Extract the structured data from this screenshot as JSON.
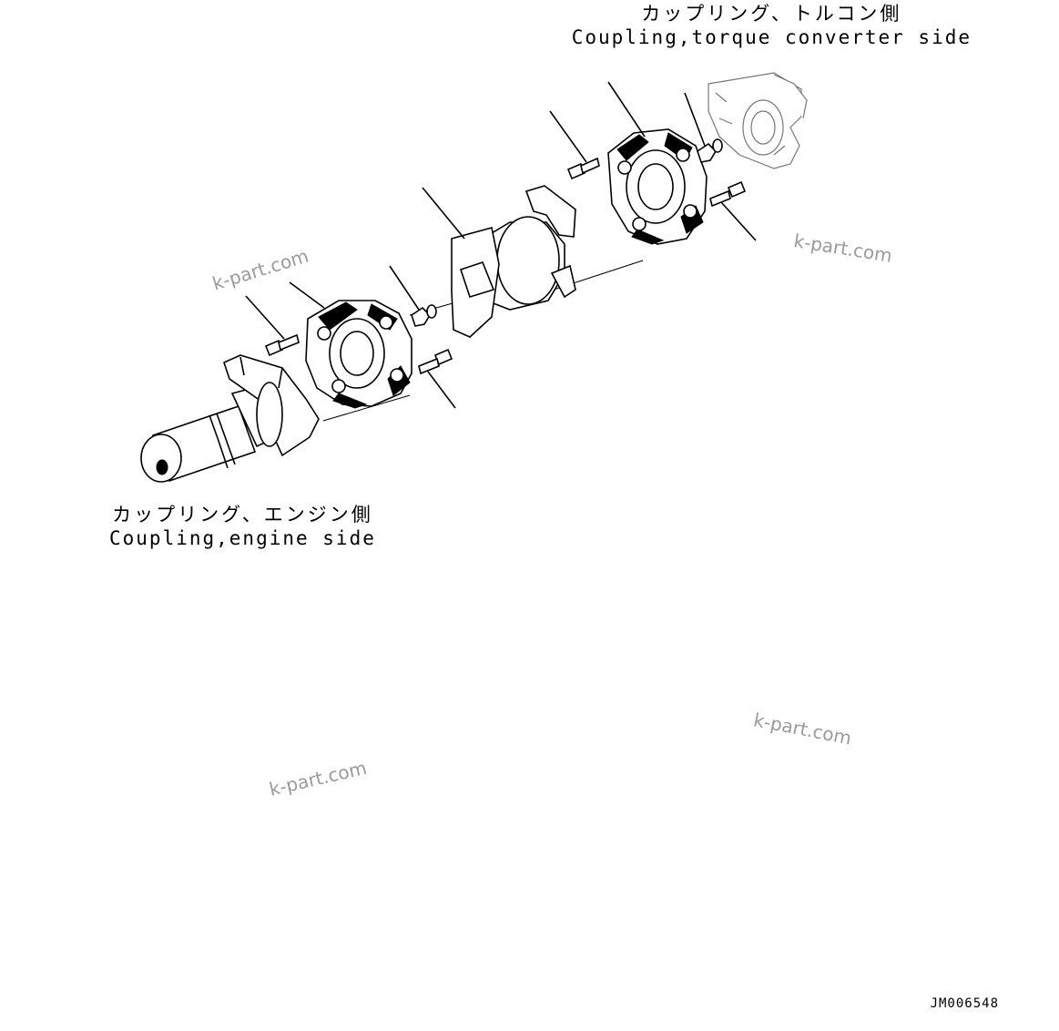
{
  "labels": {
    "torque_converter_coupling": {
      "japanese": "カップリング、トルコン側",
      "english": "Coupling,torque converter side"
    },
    "engine_coupling": {
      "japanese": "カップリング、エンジン側",
      "english": "Coupling,engine side"
    }
  },
  "watermark": "k-part.com",
  "drawing_code": "JM006548"
}
